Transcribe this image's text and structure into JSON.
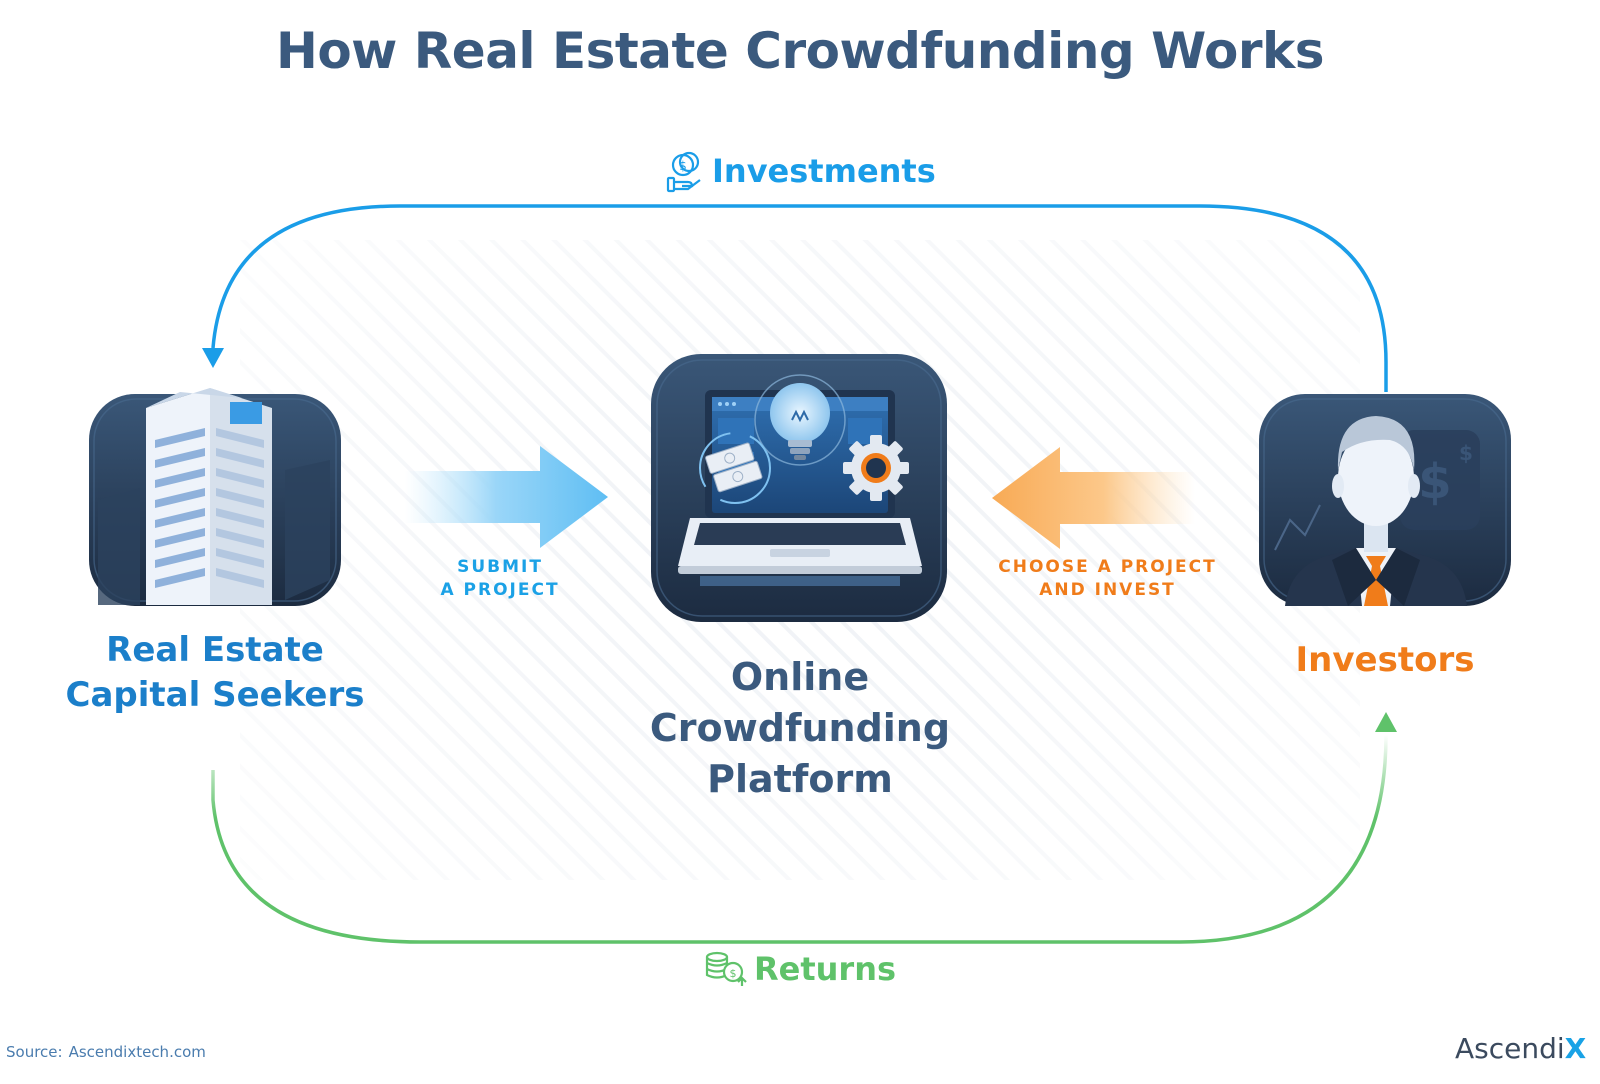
{
  "title": "How Real Estate Crowdfunding Works",
  "flows": {
    "investments": {
      "label": "Investments",
      "color": "#1a9de8",
      "icon": "coin-hand-icon"
    },
    "returns": {
      "label": "Returns",
      "color": "#5fc26a",
      "icon": "coin-stack-icon"
    }
  },
  "steps": {
    "submit": {
      "line1": "SUBMIT",
      "line2": "A PROJECT",
      "color": "#1ba1e6"
    },
    "choose": {
      "line1": "CHOOSE A PROJECT",
      "line2": "AND INVEST",
      "color": "#f07c1a"
    }
  },
  "nodes": {
    "seekers": {
      "line1": "Real Estate",
      "line2": "Capital Seekers",
      "icon": "office-building-icon",
      "color": "#1b7fca"
    },
    "platform": {
      "line1": "Online",
      "line2": "Crowdfunding",
      "line3": "Platform",
      "icon": "laptop-lightbulb-icon",
      "color": "#3b5a7e"
    },
    "investors": {
      "label": "Investors",
      "icon": "businessman-icon",
      "color": "#f07c1a"
    }
  },
  "source": {
    "prefix": "Source:",
    "text": "Ascendixtech.com"
  },
  "logo": {
    "main": "Ascendi",
    "accent": "X"
  }
}
